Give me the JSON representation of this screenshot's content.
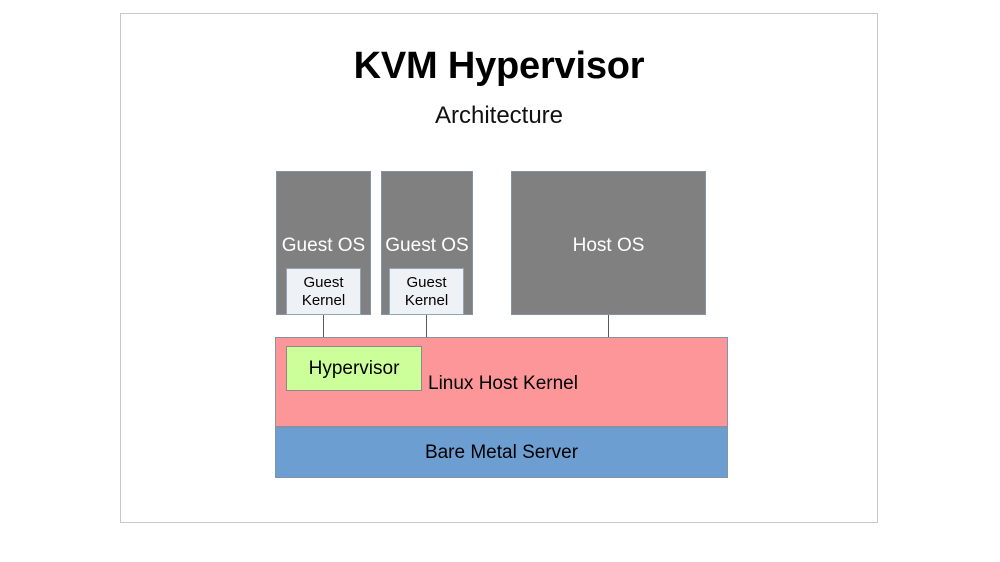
{
  "slide": {
    "title": "KVM Hypervisor",
    "subtitle": "Architecture"
  },
  "diagram": {
    "type": "layered-architecture-diagram",
    "guests": [
      {
        "os_label": "Guest OS",
        "kernel_label": "Guest\nKernel"
      },
      {
        "os_label": "Guest OS",
        "kernel_label": "Guest\nKernel"
      }
    ],
    "guest_kernel_line1": "Guest",
    "guest_kernel_line2": "Kernel",
    "host_os_label": "Host OS",
    "host_kernel_label": "Linux Host Kernel",
    "hypervisor_label": "Hypervisor",
    "bare_metal_label": "Bare Metal Server",
    "colors": {
      "os_fill": "#808080",
      "os_text": "#ffffff",
      "guest_kernel_fill": "#eef1f6",
      "host_kernel_fill": "#fd9698",
      "hypervisor_fill": "#ccff99",
      "bare_metal_fill": "#6d9ed1",
      "box_border": "#8494a6",
      "connector": "#595959",
      "frame_border": "#c8c8c6",
      "background": "#ffffff"
    }
  }
}
